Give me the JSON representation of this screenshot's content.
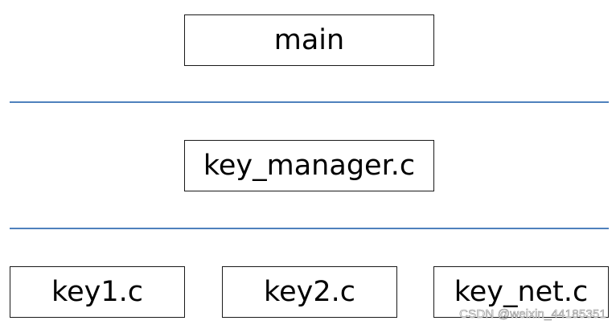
{
  "layers": {
    "top": {
      "label": "main"
    },
    "middle": {
      "label": "key_manager.c"
    },
    "bottom": [
      {
        "label": "key1.c"
      },
      {
        "label": "key2.c"
      },
      {
        "label": "key_net.c"
      }
    ]
  },
  "colors": {
    "divider": "#4f81bd",
    "box_border": "#1a1a1a",
    "text": "#000000"
  },
  "watermark": "CSDN @weixin_44185351"
}
